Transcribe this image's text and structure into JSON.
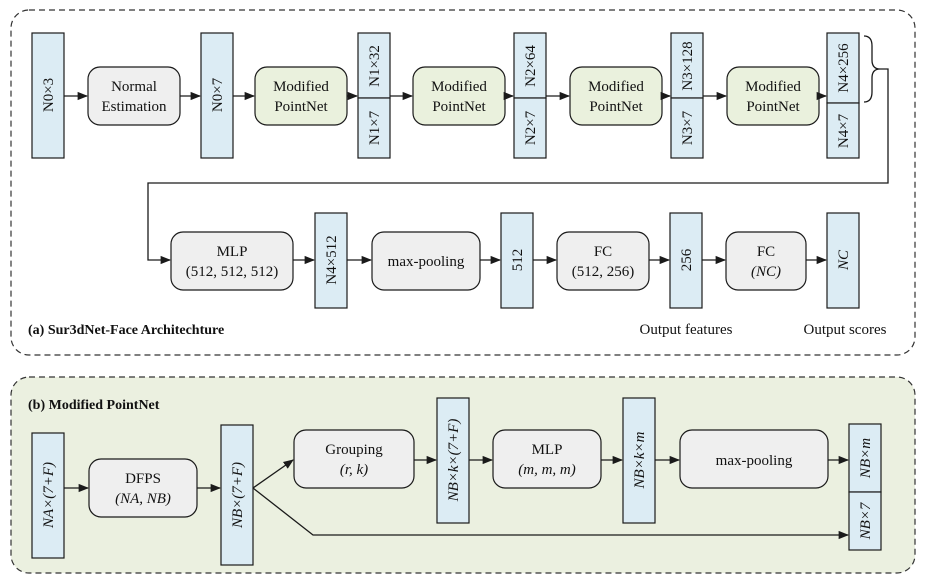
{
  "panel_a": {
    "title": "(a) Sur3dNet-Face Architechture",
    "tensors": {
      "n0x3": "N0×3",
      "n0x7": "N0×7",
      "n1x32": "N1×32",
      "n1x7": "N1×7",
      "n2x64": "N2×64",
      "n2x7": "N2×7",
      "n3x128": "N3×128",
      "n3x7": "N3×7",
      "n4x256": "N4×256",
      "n4x7": "N4×7",
      "n4x512": "N4×512",
      "t512": "512",
      "t256": "256",
      "nc": "NC"
    },
    "blocks": {
      "normal_estimation": [
        "Normal",
        "Estimation"
      ],
      "modified_pointnet": [
        "Modified",
        "PointNet"
      ],
      "mlp": [
        "MLP",
        "(512, 512, 512)"
      ],
      "max_pooling": "max-pooling",
      "fc1": [
        "FC",
        "(512, 256)"
      ],
      "fc2": [
        "FC",
        "(NC)"
      ]
    },
    "captions": {
      "output_features": "Output features",
      "output_scores": "Output scores"
    }
  },
  "panel_b": {
    "title": "(b) Modified PointNet",
    "tensors": {
      "na": "NA×(7+F)",
      "nb": "NB×(7+F)",
      "nbk": "NB×k×(7+F)",
      "nbkm": "NB×k×m",
      "nbm": "NB×m",
      "nb7": "NB×7"
    },
    "blocks": {
      "dfps": [
        "DFPS",
        "(NA, NB)"
      ],
      "grouping": [
        "Grouping",
        "(r, k)"
      ],
      "mlp": [
        "MLP",
        "(m, m, m)"
      ],
      "max_pooling": "max-pooling"
    }
  },
  "colors": {
    "tensor_fill": "#dcecf4",
    "block_fill": "#efefef",
    "pointnet_fill": "#eaf1dd",
    "panel_b_bg": "#ebf0e0"
  }
}
